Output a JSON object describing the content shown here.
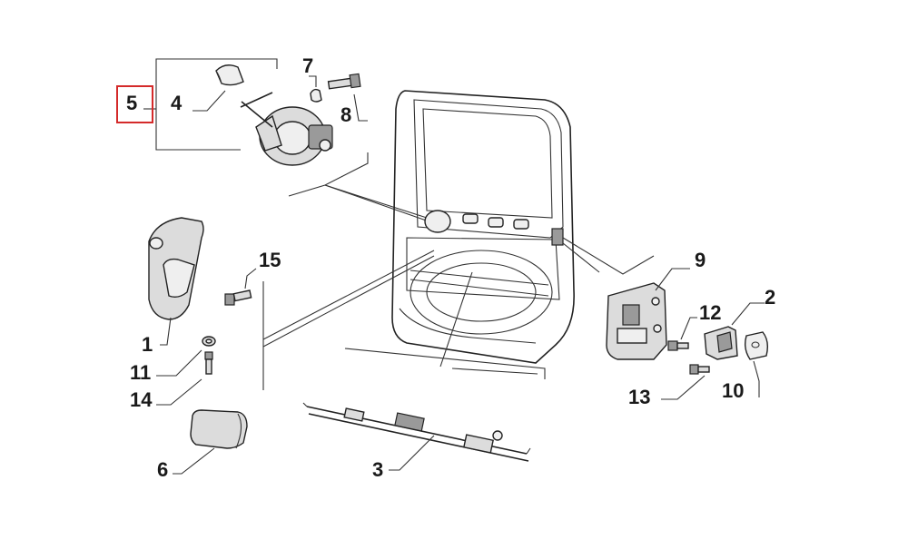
{
  "diagram": {
    "highlight_color": "#d42a2a",
    "callouts": {
      "c1": "1",
      "c2": "2",
      "c3": "3",
      "c4": "4",
      "c5": "5",
      "c6": "6",
      "c7": "7",
      "c8": "8",
      "c9": "9",
      "c10": "10",
      "c11": "11",
      "c12": "12",
      "c13": "13",
      "c14": "14",
      "c15": "15"
    }
  }
}
